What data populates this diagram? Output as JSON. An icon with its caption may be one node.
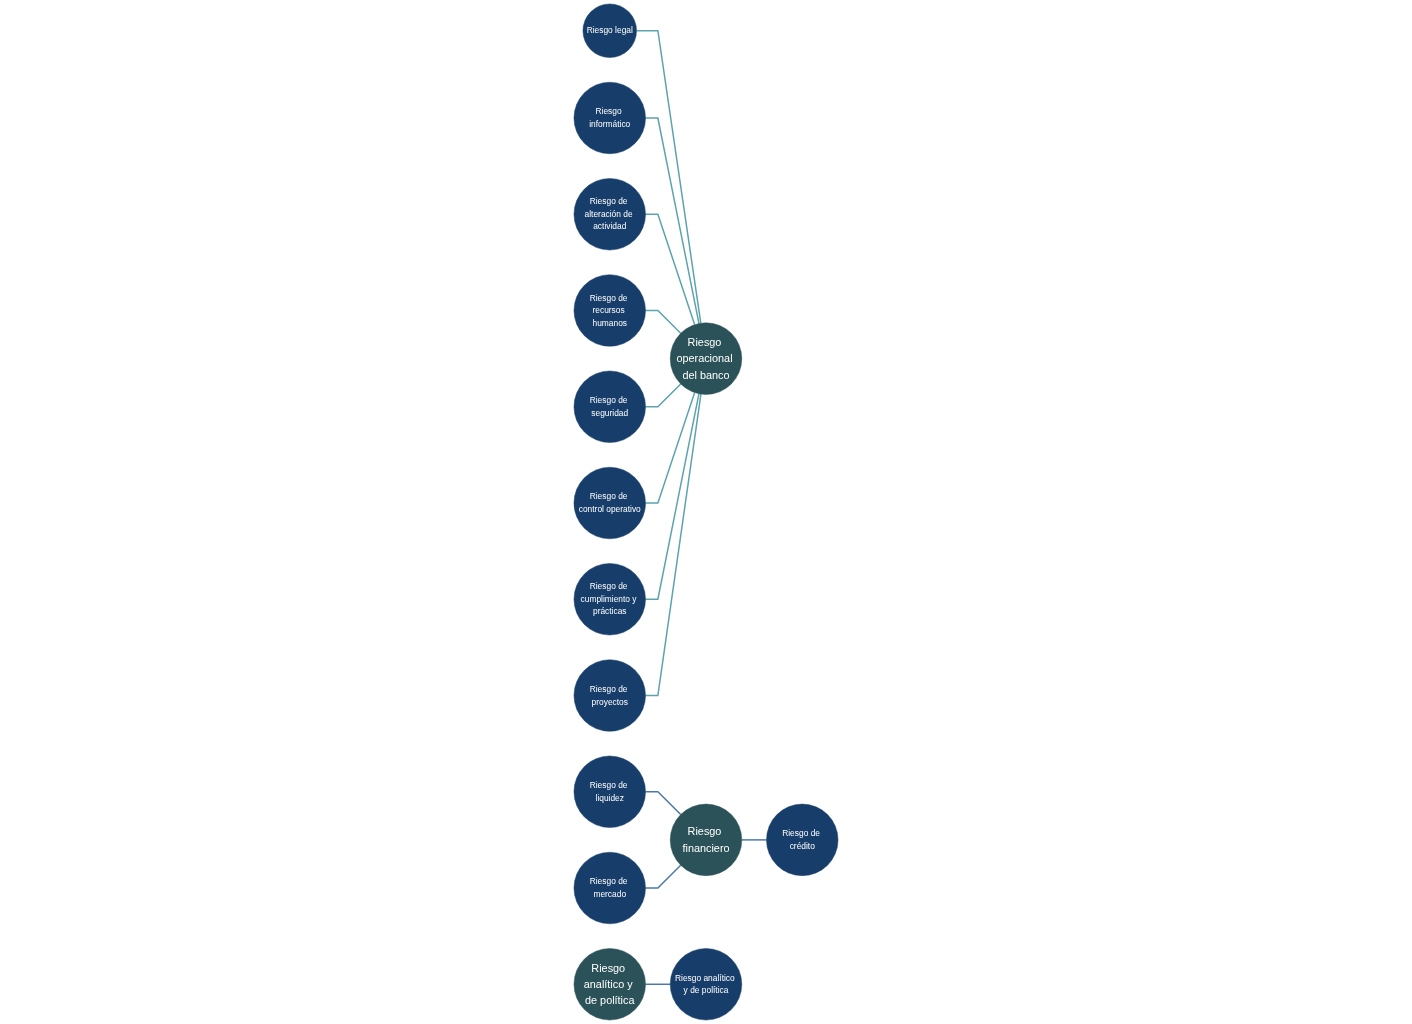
{
  "diagram": {
    "nodes": [
      {
        "text": [
          "Riesgo operacional del banco"
        ]
      },
      {
        "text": [
          "Riesgo financiero"
        ]
      },
      {
        "text": [
          "Riesgo analítico y de política"
        ]
      },
      {
        "text": [
          "Riesgo de liquidez"
        ]
      },
      {
        "text": [
          "Riesgo de mercado"
        ]
      },
      {
        "text": [
          "Riesgo de crédito"
        ]
      },
      {
        "text": [
          "Riesgo analítico y de política"
        ]
      },
      {
        "text": [
          "Riesgo legal"
        ]
      },
      {
        "text": [
          "Riesgo informático"
        ]
      },
      {
        "text": [
          "Riesgo de alteración de actividad"
        ]
      },
      {
        "text": [
          "Riesgo de recursos humanos"
        ]
      },
      {
        "text": [
          "Riesgo de seguridad"
        ]
      },
      {
        "text": [
          "Riesgo de control operativo"
        ]
      },
      {
        "text": [
          "Riesgo de cumplimiento y prácticas"
        ]
      },
      {
        "text": [
          "Riesgo de proyectos"
        ]
      }
    ],
    "edges": [
      {
        "from": 7,
        "to": 0,
        "arrow": "none"
      },
      {
        "from": 8,
        "to": 0,
        "arrow": "none"
      },
      {
        "from": 9,
        "to": 0,
        "arrow": "none"
      },
      {
        "from": 10,
        "to": 0,
        "arrow": "none"
      },
      {
        "from": 11,
        "to": 0,
        "arrow": "none"
      },
      {
        "from": 12,
        "to": 0,
        "arrow": "none"
      },
      {
        "from": 13,
        "to": 0,
        "arrow": "none"
      },
      {
        "from": 14,
        "to": 0,
        "arrow": "none"
      },
      {
        "from": 3,
        "to": 1,
        "arrow": "none",
        "color": "#4a78a8"
      },
      {
        "from": 4,
        "to": 1,
        "arrow": "none",
        "color": "#4a78a8"
      },
      {
        "from": 1,
        "to": 5,
        "arrow": "none",
        "color": "#4a78a8"
      },
      {
        "from": 2,
        "to": 6,
        "arrow": "none",
        "color": "#4a78a8"
      }
    ]
  }
}
